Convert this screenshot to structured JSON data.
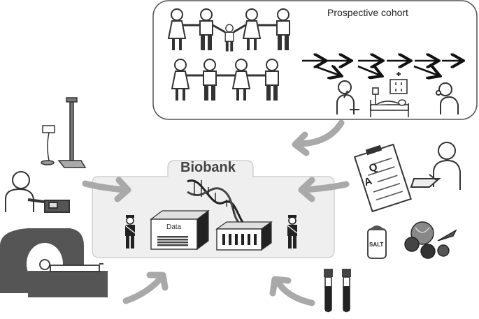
{
  "cohort_title": "Prospective cohort",
  "biobank_title": "Biobank",
  "data_label": "Data",
  "salt_label": "SALT",
  "questionnaire_q": "Q",
  "questionnaire_a": "A",
  "colors": {
    "outline": "#3a3a3a",
    "arrow_gray": "#a9a9a9",
    "biobank_fill": "#efefef",
    "scanner": "#555555",
    "black": "#111111"
  }
}
